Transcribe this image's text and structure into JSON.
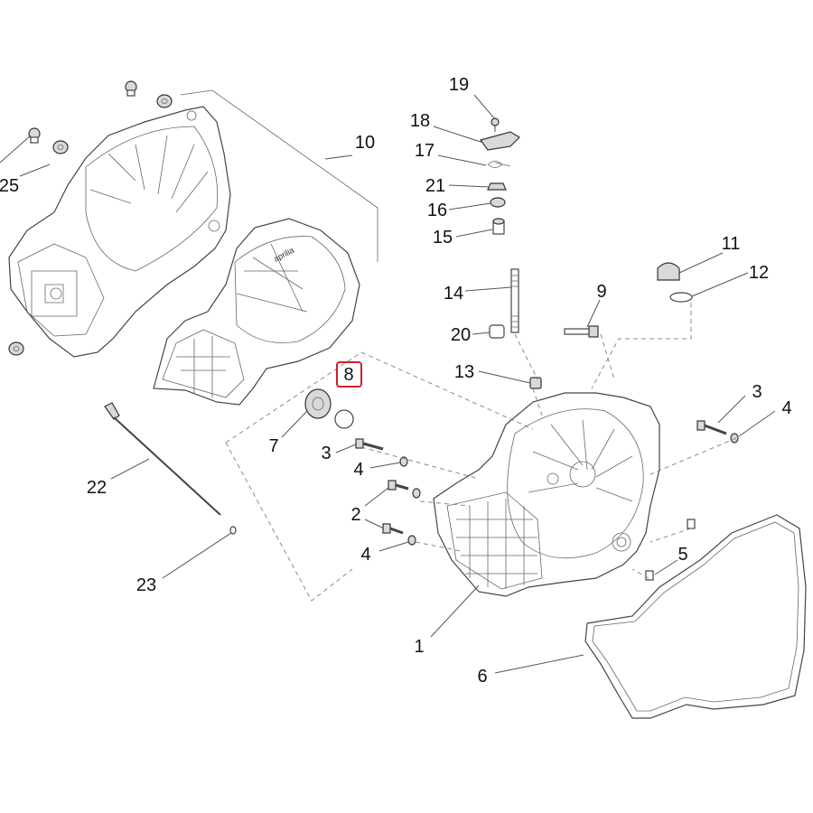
{
  "callouts": [
    "1",
    "2",
    "3",
    "3",
    "4",
    "4",
    "4",
    "5",
    "6",
    "7",
    "8",
    "9",
    "10",
    "11",
    "12",
    "13",
    "14",
    "15",
    "16",
    "17",
    "18",
    "19",
    "20",
    "21",
    "22",
    "23",
    "25"
  ],
  "highlighted": "8",
  "colors": {
    "highlight": "#d0202a",
    "line": "#555555"
  },
  "text_badges": {
    "cover_logo": "aprilia"
  }
}
